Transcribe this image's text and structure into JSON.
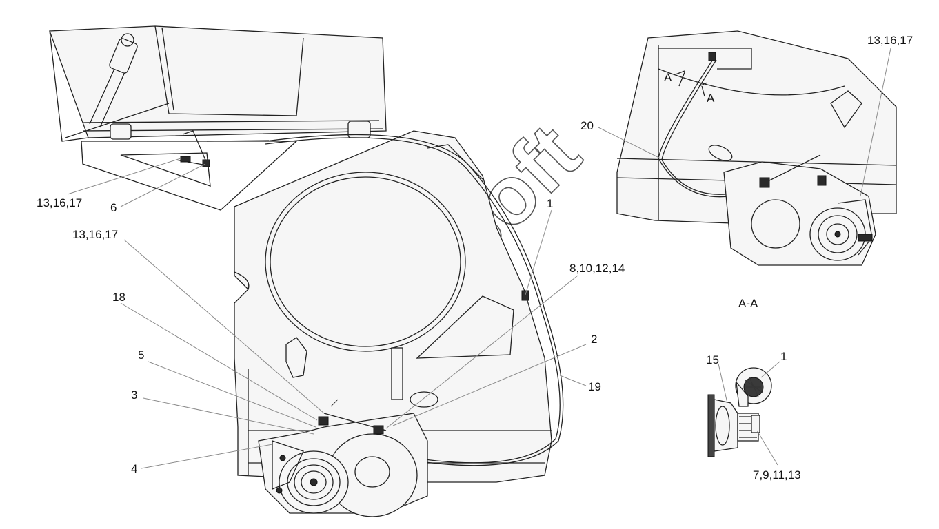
{
  "callouts": {
    "c1": "13,16,17",
    "c2": "6",
    "c3": "13,16,17",
    "c4": "18",
    "c5": "5",
    "c6": "3",
    "c7": "4",
    "c8": "1",
    "c9": "8,10,12,14",
    "c10": "2",
    "c11": "19",
    "c12": "20",
    "c13": "13,16,17",
    "c14": "15",
    "c15": "1",
    "c16": "7,9,11,13"
  },
  "section_marks": {
    "a_top": "A",
    "a_bottom": "A",
    "section_title": "A-A"
  },
  "watermark": "AutoSoft"
}
